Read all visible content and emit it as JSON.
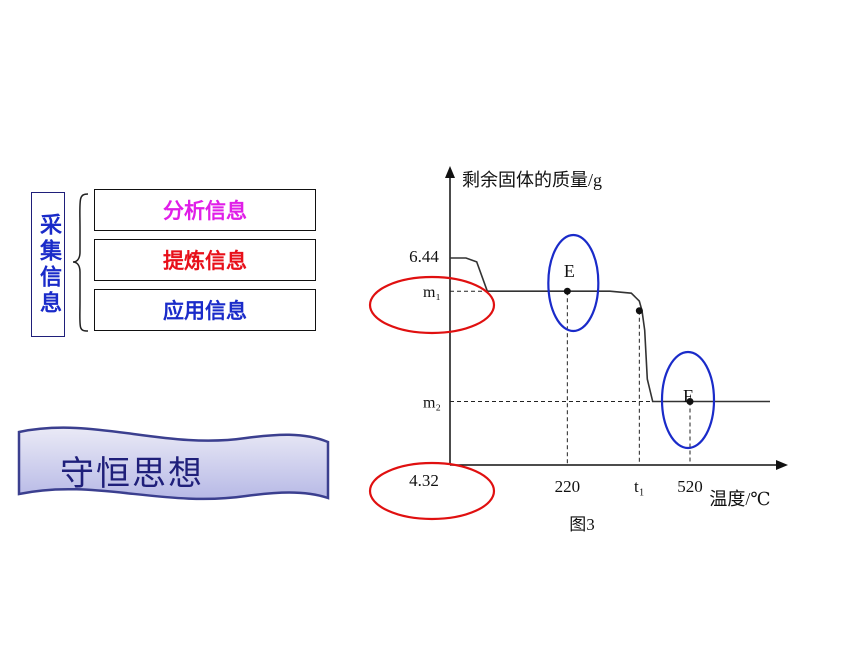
{
  "info": {
    "vertical_label": "采集信息",
    "boxes": [
      "分析信息",
      "提炼信息",
      "应用信息"
    ]
  },
  "banner": {
    "text": "守恒思想"
  },
  "colors": {
    "magenta": "#e01ee8",
    "red": "#e8101a",
    "blue": "#1a2bc9",
    "highlight_red": "#e01010"
  },
  "chart_data": {
    "type": "line",
    "title": "图3",
    "xlabel": "温度/℃",
    "ylabel": "剩余固体的质量/g",
    "x_tick_labels": [
      "220",
      "t₁",
      "520"
    ],
    "y_tick_labels": [
      "6.44",
      "m₁",
      "m₂",
      "4.32"
    ],
    "points_labels": [
      "E",
      "F"
    ],
    "series": [
      {
        "x": [
          0,
          30,
          50,
          70,
          220,
          300,
          340,
          355,
          360,
          365,
          370,
          380,
          400,
          450,
          520,
          600
        ],
        "y": [
          6.44,
          6.44,
          6.4,
          6.1,
          6.1,
          6.1,
          6.08,
          6.0,
          5.9,
          5.7,
          5.2,
          4.97,
          4.97,
          4.97,
          4.97,
          4.97
        ]
      }
    ]
  }
}
